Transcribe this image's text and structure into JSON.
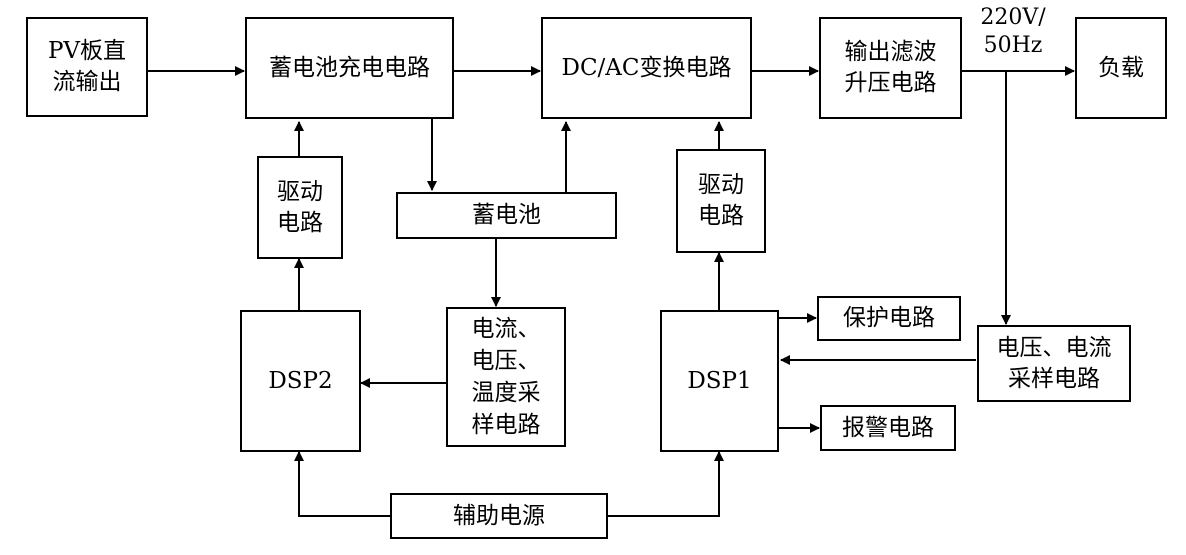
{
  "blocks": {
    "pv_output": [
      "PV板直",
      "流输出"
    ],
    "battery_charge": [
      "蓄电池充电电路"
    ],
    "dcac": [
      "DC/AC变换电路"
    ],
    "filter_boost": [
      "输出滤波",
      "升压电路"
    ],
    "load": [
      "负载"
    ],
    "drive_left": [
      "驱动",
      "电路"
    ],
    "battery": [
      "蓄电池"
    ],
    "drive_right": [
      "驱动",
      "电路"
    ],
    "dsp2": [
      "DSP2"
    ],
    "sampling_left": [
      "电流、",
      "电压、",
      "温度采",
      "样电路"
    ],
    "dsp1": [
      "DSP1"
    ],
    "protection": [
      "保护电路"
    ],
    "sampling_right": [
      "电压、电流",
      "采样电路"
    ],
    "alarm": [
      "报警电路"
    ],
    "aux_power": [
      "辅助电源"
    ]
  },
  "output_label": [
    "220V/",
    "50Hz"
  ]
}
